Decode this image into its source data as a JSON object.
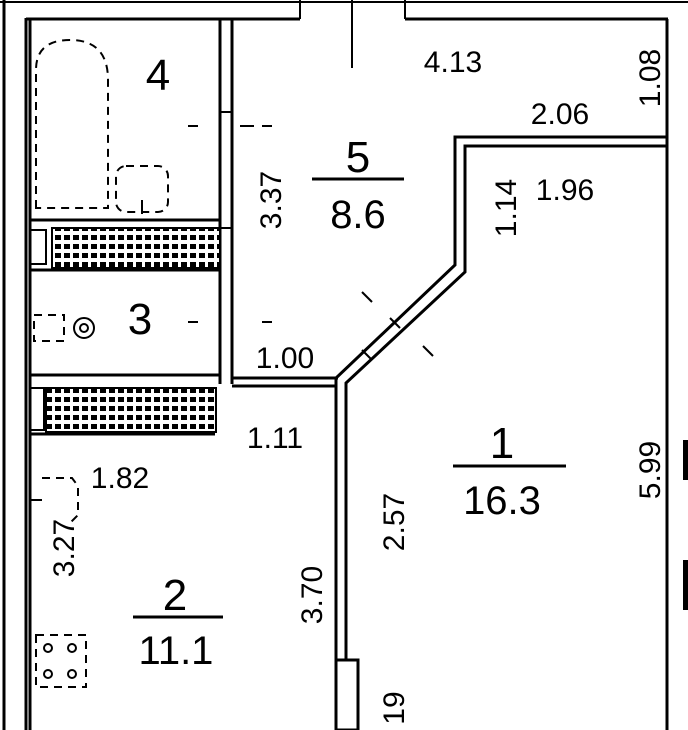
{
  "plan": {
    "rooms": [
      {
        "number": "1",
        "area": "16.3"
      },
      {
        "number": "2",
        "area": "11.1"
      },
      {
        "number": "3"
      },
      {
        "number": "4"
      },
      {
        "number": "5",
        "area": "8.6"
      }
    ],
    "dimensions": {
      "d413": "4.13",
      "d206": "2.06",
      "d108": "1.08",
      "d337": "3.37",
      "d114": "1.14",
      "d196": "1.96",
      "d100": "1.00",
      "d111": "1.11",
      "d182": "1.82",
      "d327": "3.27",
      "d370": "3.70",
      "d257": "2.57",
      "d599": "5.99",
      "d19": "19"
    }
  }
}
